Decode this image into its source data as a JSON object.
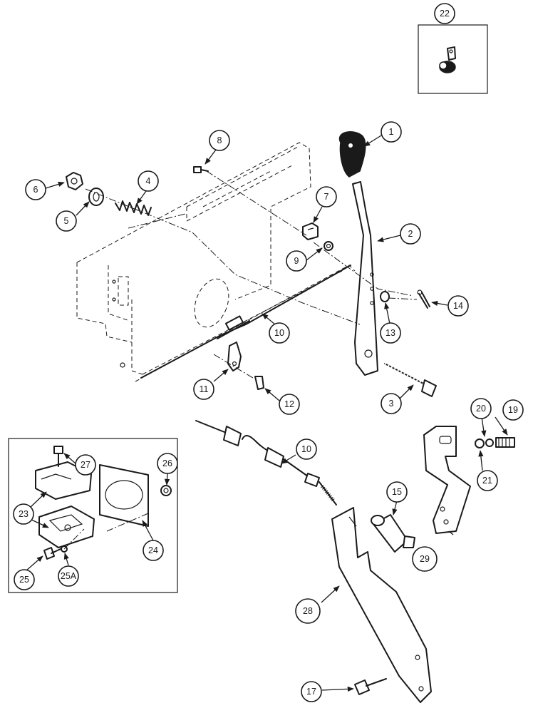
{
  "callouts": {
    "c1": "1",
    "c2": "2",
    "c3": "3",
    "c4": "4",
    "c5": "5",
    "c6": "6",
    "c7": "7",
    "c8": "8",
    "c9": "9",
    "c10a": "10",
    "c10b": "10",
    "c11": "11",
    "c12": "12",
    "c13": "13",
    "c14": "14",
    "c15": "15",
    "c17": "17",
    "c19": "19",
    "c20": "20",
    "c21": "21",
    "c22": "22",
    "c23": "23",
    "c24": "24",
    "c25": "25",
    "c25a": "25A",
    "c26": "26",
    "c27": "27",
    "c28": "28",
    "c29": "29"
  },
  "colors": {
    "ink": "#1a1a1a",
    "paper": "#ffffff"
  }
}
